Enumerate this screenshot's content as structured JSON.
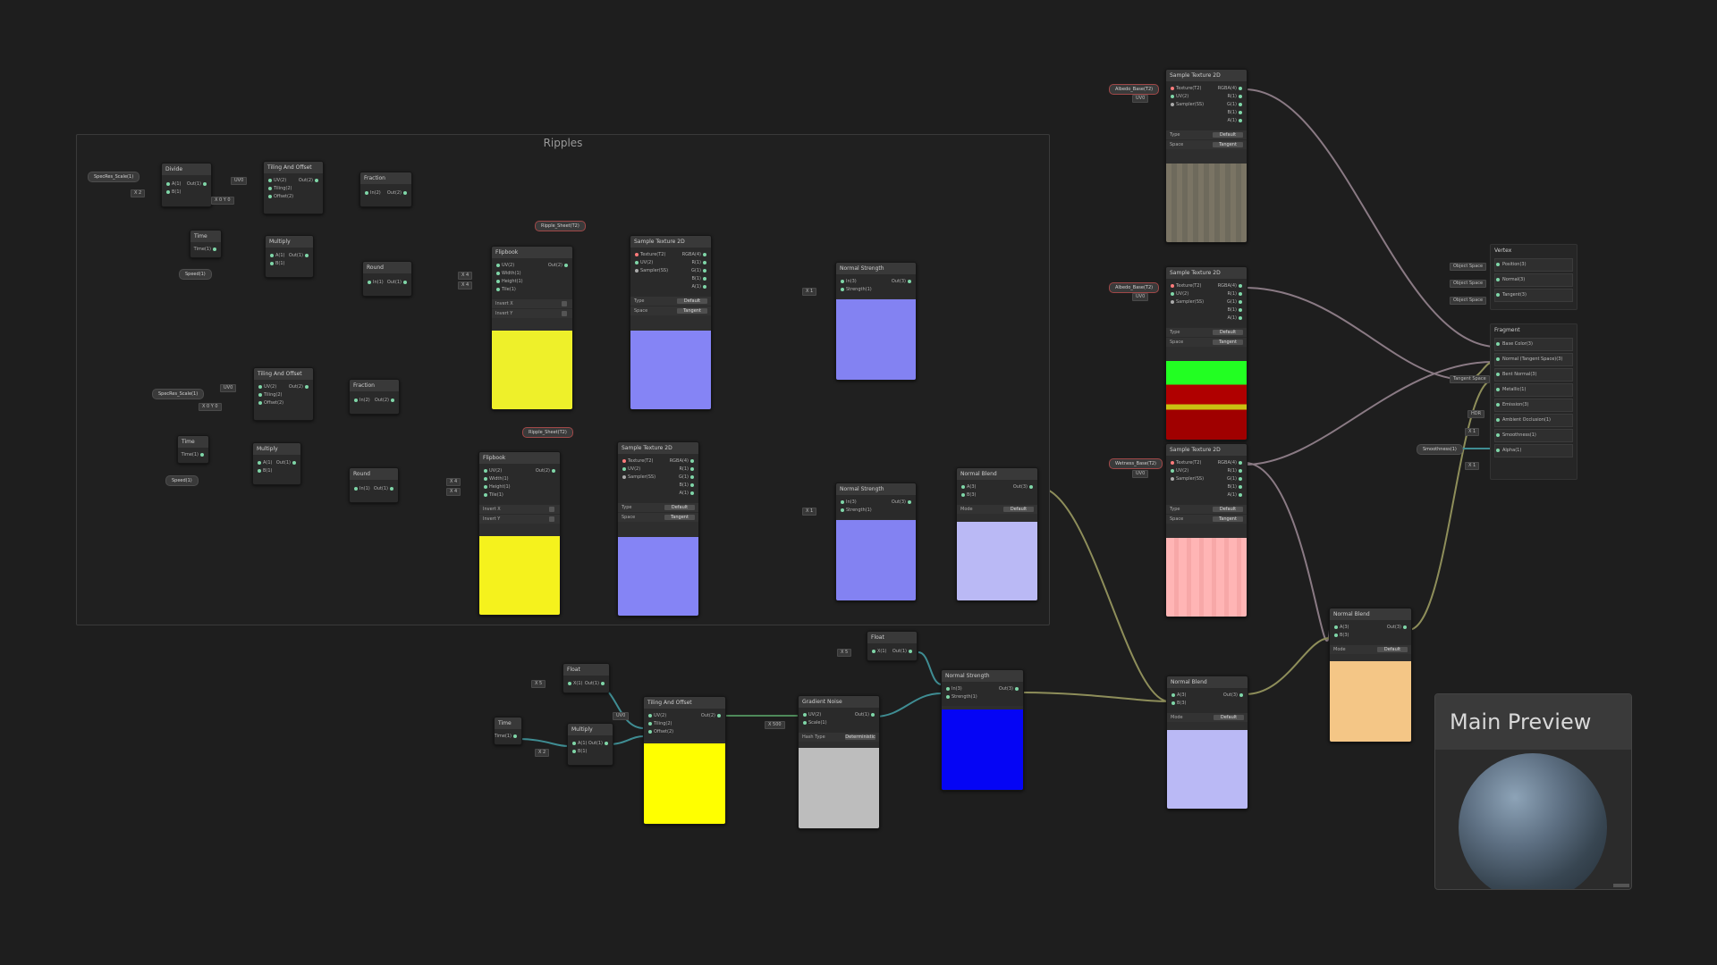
{
  "group": {
    "title": "Ripples"
  },
  "ripples_top": {
    "divide": {
      "title": "Divide",
      "in": [
        "A(1)",
        "B(1)"
      ],
      "out": "Out(1)",
      "param": "SpecRes_Scale(1)",
      "b_val": "X 2"
    },
    "tiling": {
      "title": "Tiling And Offset",
      "in": [
        "UV(2)",
        "Tiling(2)",
        "Offset(2)"
      ],
      "out": "Out(2)",
      "uv_val": "UV0",
      "tiling_val": "X 0  Y 0"
    },
    "fraction": {
      "title": "Fraction",
      "in": [
        "In(2)"
      ],
      "out": "Out(2)"
    },
    "time": {
      "title": "Time",
      "out": "Time(1)"
    },
    "multiply": {
      "title": "Multiply",
      "in": [
        "A(1)",
        "B(1)"
      ],
      "out": "Out(1)"
    },
    "speed": "Speed(1)",
    "round": {
      "title": "Round",
      "in": [
        "In(1)"
      ],
      "out": "Out(1)"
    },
    "flipbook": {
      "title": "Flipbook",
      "in": [
        "UV(2)",
        "Width(1)",
        "Height(1)",
        "Tile(1)"
      ],
      "out": "Out(2)",
      "props": [
        "Invert X",
        "Invert Y"
      ],
      "w_val": "X 4",
      "h_val": "X 4"
    },
    "tex_param": "Ripple_Sheet(T2)",
    "sample": {
      "title": "Sample Texture 2D",
      "in": [
        "Texture(T2)",
        "UV(2)",
        "Sampler(SS)"
      ],
      "out": [
        "RGBA(4)",
        "R(1)",
        "G(1)",
        "B(1)",
        "A(1)"
      ],
      "props": [
        [
          "Type",
          "Default"
        ],
        [
          "Space",
          "Tangent"
        ]
      ]
    },
    "normal_strength": {
      "title": "Normal Strength",
      "in": [
        "In(3)",
        "Strength(1)"
      ],
      "out": "Out(3)",
      "s_val": "X 1"
    }
  },
  "ripples_bottom": {
    "tiling": {
      "title": "Tiling And Offset",
      "in": [
        "UV(2)",
        "Tiling(2)",
        "Offset(2)"
      ],
      "out": "Out(2)",
      "uv_val": "UV0",
      "param": "SpecRes_Scale(1)",
      "off_val": "X 0  Y 0"
    },
    "fraction": {
      "title": "Fraction",
      "in": [
        "In(2)"
      ],
      "out": "Out(2)"
    },
    "time": {
      "title": "Time",
      "out": "Time(1)"
    },
    "multiply": {
      "title": "Multiply",
      "in": [
        "A(1)",
        "B(1)"
      ],
      "out": "Out(1)"
    },
    "speed": "Speed(1)",
    "round": {
      "title": "Round",
      "in": [
        "In(1)"
      ],
      "out": "Out(1)"
    },
    "flipbook": {
      "title": "Flipbook",
      "in": [
        "UV(2)",
        "Width(1)",
        "Height(1)",
        "Tile(1)"
      ],
      "out": "Out(2)",
      "props": [
        "Invert X",
        "Invert Y"
      ],
      "w_val": "X 4",
      "h_val": "X 4"
    },
    "tex_param": "Ripple_Sheet(T2)",
    "sample": {
      "title": "Sample Texture 2D",
      "in": [
        "Texture(T2)",
        "UV(2)",
        "Sampler(SS)"
      ],
      "out": [
        "RGBA(4)",
        "R(1)",
        "G(1)",
        "B(1)",
        "A(1)"
      ],
      "props": [
        [
          "Type",
          "Default"
        ],
        [
          "Space",
          "Tangent"
        ]
      ]
    },
    "normal_strength": {
      "title": "Normal Strength",
      "in": [
        "In(3)",
        "Strength(1)"
      ],
      "out": "Out(3)",
      "s_val": "X 1"
    },
    "blend": {
      "title": "Normal Blend",
      "in": [
        "A(3)",
        "B(3)"
      ],
      "out": "Out(3)",
      "props": [
        [
          "Mode",
          "Default"
        ]
      ]
    }
  },
  "noise_chain": {
    "time": {
      "title": "Time",
      "out": "Time(1)"
    },
    "multiply": {
      "title": "Multiply",
      "in": [
        "A(1)",
        "B(1)"
      ],
      "out": "Out(1)",
      "b_val": "X 2"
    },
    "float": {
      "title": "Float",
      "in": [
        "X(1)"
      ],
      "out": "Out(1)",
      "val": "X 5"
    },
    "tiling": {
      "title": "Tiling And Offset",
      "in": [
        "UV(2)",
        "Tiling(2)",
        "Offset(2)"
      ],
      "out": "Out(2)",
      "uv_val": "UV0"
    },
    "gradient_noise": {
      "title": "Gradient Noise",
      "in": [
        "UV(2)",
        "Scale(1)"
      ],
      "out": "Out(1)",
      "scale_val": "X 500",
      "props": [
        [
          "Hash Type",
          "Deterministic"
        ]
      ]
    },
    "float2": {
      "title": "Float",
      "in": [
        "X(1)"
      ],
      "out": "Out(1)",
      "val": "X 5"
    },
    "normal_strength": {
      "title": "Normal Strength",
      "in": [
        "In(3)",
        "Strength(1)"
      ],
      "out": "Out(3)"
    },
    "blend": {
      "title": "Normal Blend",
      "in": [
        "A(3)",
        "B(3)"
      ],
      "out": "Out(3)",
      "props": [
        [
          "Mode",
          "Default"
        ]
      ]
    }
  },
  "right_col": {
    "sample1": {
      "title": "Sample Texture 2D",
      "param": "Albedo_Base(T2)",
      "uv_val": "UV0",
      "in": [
        "Texture(T2)",
        "UV(2)",
        "Sampler(SS)"
      ],
      "out": [
        "RGBA(4)",
        "R(1)",
        "G(1)",
        "B(1)",
        "A(1)"
      ],
      "props": [
        [
          "Type",
          "Default"
        ],
        [
          "Space",
          "Tangent"
        ]
      ]
    },
    "sample2": {
      "title": "Sample Texture 2D",
      "param": "Albedo_Base(T2)",
      "uv_val": "UV0",
      "in": [
        "Texture(T2)",
        "UV(2)",
        "Sampler(SS)"
      ],
      "out": [
        "RGBA(4)",
        "R(1)",
        "G(1)",
        "B(1)",
        "A(1)"
      ],
      "props": [
        [
          "Type",
          "Default"
        ],
        [
          "Space",
          "Tangent"
        ]
      ]
    },
    "sample3": {
      "title": "Sample Texture 2D",
      "param": "Wetness_Base(T2)",
      "uv_val": "UV0",
      "in": [
        "Texture(T2)",
        "UV(2)",
        "Sampler(SS)"
      ],
      "out": [
        "RGBA(4)",
        "R(1)",
        "G(1)",
        "B(1)",
        "A(1)"
      ],
      "props": [
        [
          "Type",
          "Default"
        ],
        [
          "Space",
          "Tangent"
        ]
      ]
    },
    "blend_final": {
      "title": "Normal Blend",
      "in": [
        "A(3)",
        "B(3)"
      ],
      "out": "Out(3)",
      "props": [
        [
          "Mode",
          "Default"
        ]
      ]
    }
  },
  "master": {
    "vertex": {
      "title": "Vertex",
      "slots": [
        [
          "Object Space",
          "Position(3)"
        ],
        [
          "Object Space",
          "Normal(3)"
        ],
        [
          "Object Space",
          "Tangent(3)"
        ]
      ]
    },
    "fragment": {
      "title": "Fragment",
      "slots": [
        [
          "",
          "Base Color(3)"
        ],
        [
          "Tangent Space",
          "Normal (Tangent Space)(3)"
        ],
        [
          "",
          "Bent Normal(3)"
        ],
        [
          "",
          "Metallic(1)"
        ],
        [
          "",
          "Emission(3)"
        ],
        [
          "",
          "Ambient Occlusion(1)"
        ],
        [
          "",
          "Smoothness(1)"
        ],
        [
          "",
          "Alpha(1)"
        ]
      ],
      "smooth_param": "Smoothness(1)",
      "ao_val": "X 1",
      "alpha_val": "X 1",
      "emission_val": "HDR"
    }
  },
  "main_preview": {
    "title": "Main Preview"
  },
  "colors": {
    "wire_vec2": "#4e8a5a",
    "wire_vec1": "#3f8d93",
    "wire_vec3": "#8e8e5a",
    "wire_vec4": "#8a7a84",
    "wire_tex": "#b85757"
  }
}
